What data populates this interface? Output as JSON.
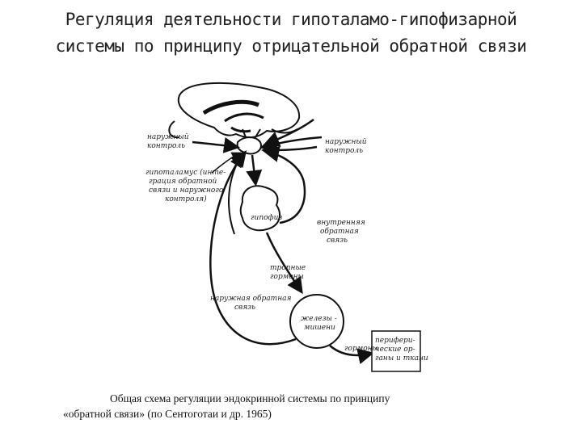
{
  "title": {
    "line1": "Регуляция деятельности гипоталамо-гипофизарной",
    "line2": "системы по принципу отрицательной обратной связи"
  },
  "diagram": {
    "labels": {
      "outer_control_left_1": "наружный",
      "outer_control_left_2": "контроль",
      "outer_control_right_1": "наружный",
      "outer_control_right_2": "контроль",
      "hypothalamus_1": "гипоталамус (инте-",
      "hypothalamus_2": "грация обратной",
      "hypothalamus_3": "связи и наружного",
      "hypothalamus_4": "контроля)",
      "pituitary": "гипофиз",
      "inner_feedback_1": "внутренняя",
      "inner_feedback_2": "обратная",
      "inner_feedback_3": "связь",
      "tropic_hormones_1": "тропные",
      "tropic_hormones_2": "гормоны",
      "outer_feedback_1": "наружная обратная",
      "outer_feedback_2": "связь",
      "glands_1": "железы -",
      "glands_2": "мишени",
      "hormones": "гормоны",
      "peripheral_1": "перифери-",
      "peripheral_2": "ческие ор-",
      "peripheral_3": "ганы и ткани"
    }
  },
  "caption": {
    "line1": "Общая схема регуляции эндокринной системы по принципу",
    "line2": "«обратной связи» (по Сентоготаи и др. 1965)"
  }
}
